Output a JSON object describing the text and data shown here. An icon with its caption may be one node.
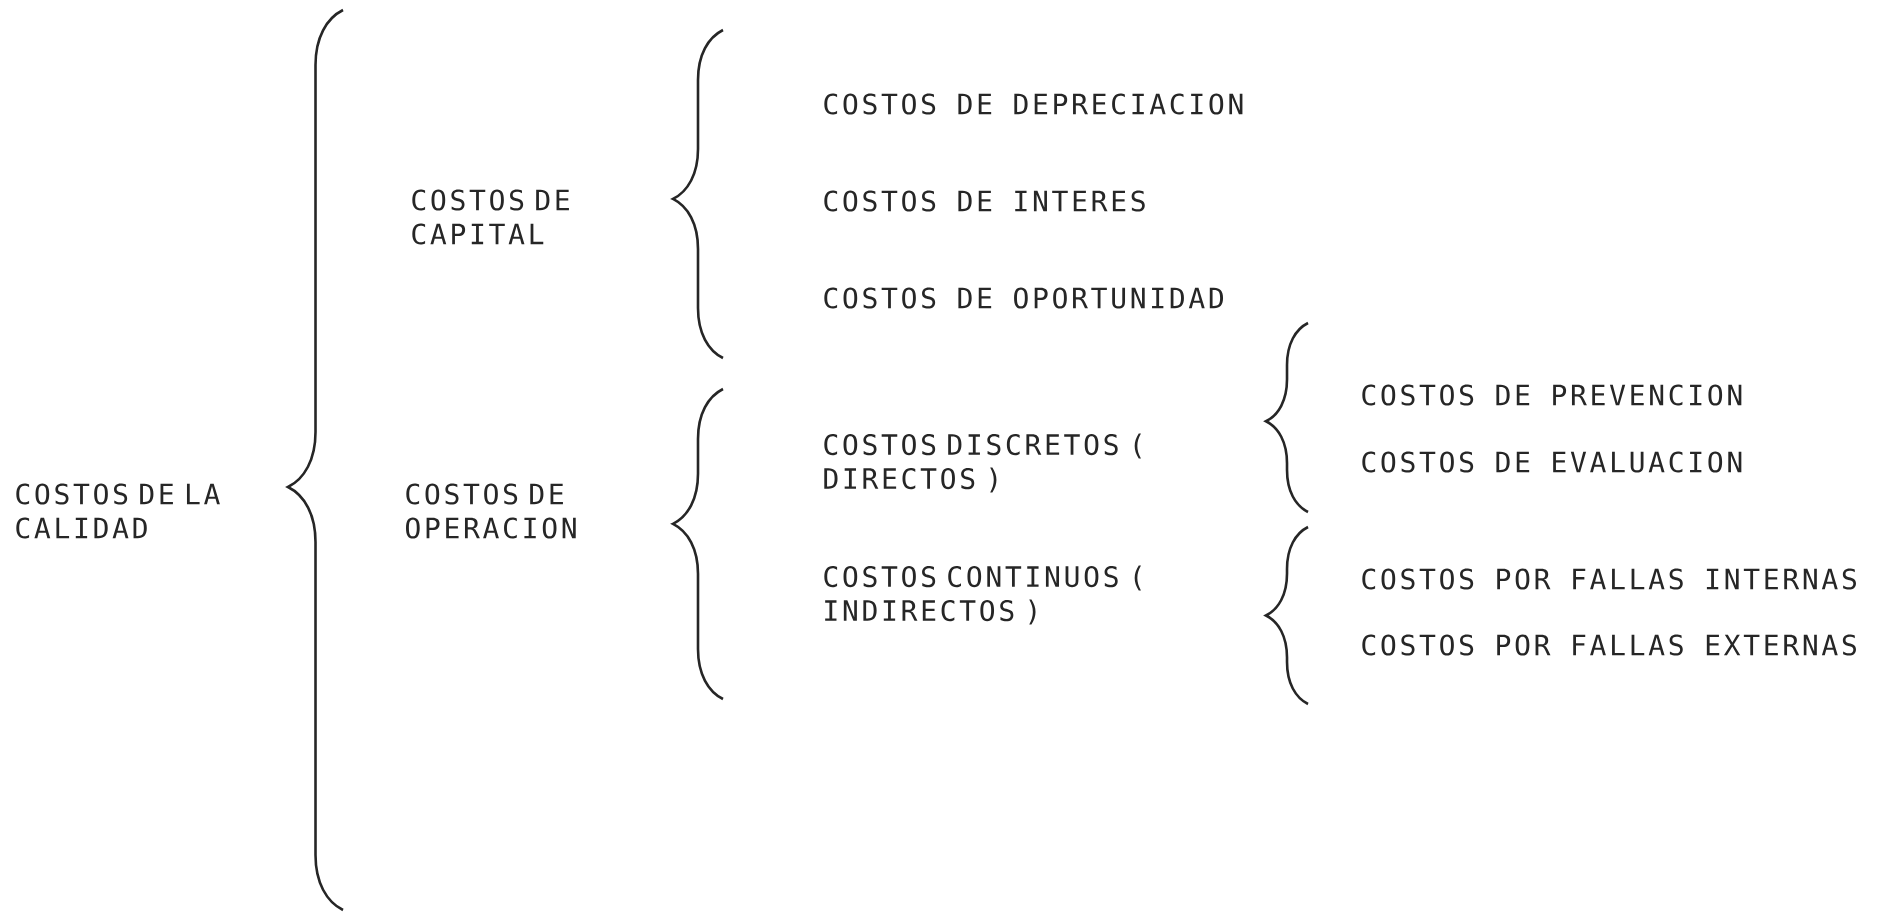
{
  "diagram": {
    "labels": [
      "COSTOS DE LA CALIDAD",
      "COSTOS DE CAPITAL",
      "COSTOS DE OPERACION",
      "COSTOS DE DEPRECIACION",
      "COSTOS DE INTERES",
      "COSTOS DE OPORTUNIDAD",
      "COSTOS DISCRETOS ( DIRECTOS )",
      "COSTOS CONTINUOS ( INDIRECTOS )",
      "COSTOS DE PREVENCION",
      "COSTOS DE EVALUACION",
      "COSTOS POR FALLAS INTERNAS",
      "COSTOS POR FALLAS EXTERNAS"
    ]
  }
}
